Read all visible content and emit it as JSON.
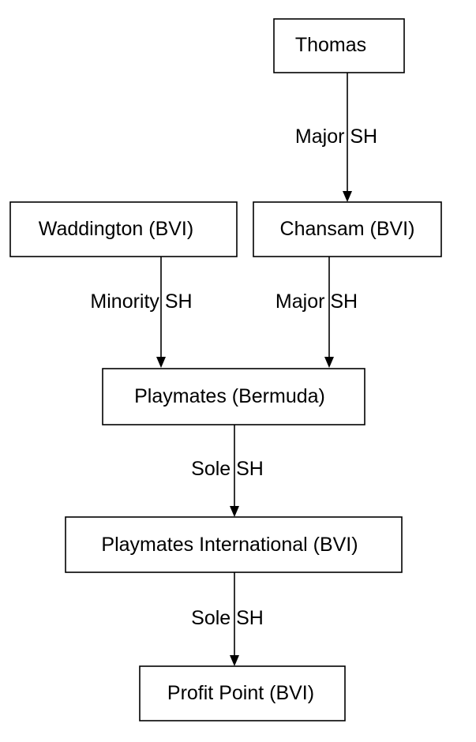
{
  "nodes": {
    "thomas": "Thomas",
    "waddington": "Waddington (BVI)",
    "chansam": "Chansam (BVI)",
    "playmates_bermuda": "Playmates (Bermuda)",
    "playmates_international": "Playmates International (BVI)",
    "profit_point": "Profit Point (BVI)"
  },
  "edges": {
    "thomas_to_chansam": "Major SH",
    "waddington_to_bermuda": "Minority SH",
    "chansam_to_bermuda": "Major SH",
    "bermuda_to_international": "Sole SH",
    "international_to_profit_point": "Sole SH"
  },
  "colors": {
    "line": "#000000",
    "background": "#ffffff"
  }
}
